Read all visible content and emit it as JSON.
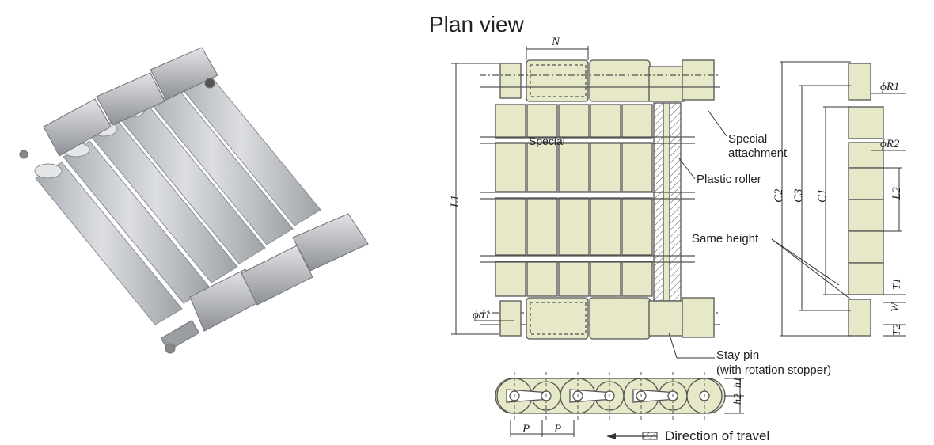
{
  "title": "Plan view",
  "labels": {
    "special": "Special",
    "special_attachment_1": "Special",
    "special_attachment_2": "attachment",
    "plastic_roller": "Plastic roller",
    "same_height": "Same height",
    "stay_pin_1": "Stay pin",
    "stay_pin_2": "(with rotation stopper)",
    "direction": "Direction of travel"
  },
  "dimensions": {
    "N": "N",
    "L1": "L1",
    "d1": "ϕd1",
    "R1": "ϕR1",
    "R2": "ϕR2",
    "C1": "C1",
    "C2": "C2",
    "C3": "C3",
    "L2": "L2",
    "T1": "T1",
    "T2": "T2",
    "W": "W",
    "P1": "P",
    "P2": "P",
    "h1": "h1",
    "h2": "h2"
  },
  "colors": {
    "roller_fill": "#e6e8c8",
    "roller_stroke": "#555",
    "metal": "#b9bcc2",
    "photo_roller": "#c9ccd0"
  }
}
